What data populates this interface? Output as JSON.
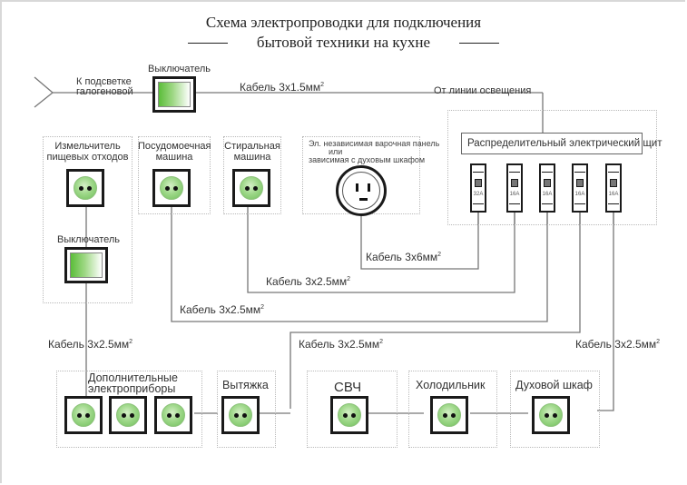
{
  "title": {
    "line1": "Схема электропроводки для подключения",
    "line2": "бытовой техники на кухне"
  },
  "lighting": {
    "halogen_label_1": "К подсветке",
    "halogen_label_2": "галогеновой",
    "switch_label": "Выключатель",
    "cable_label": "Кабель 3х1.5мм",
    "cable_sup": "2",
    "from_line_label": "От линии освещения"
  },
  "panel": {
    "label": "Распределительный электрический щит",
    "breakers": [
      {
        "rating": "32A"
      },
      {
        "rating": "16A"
      },
      {
        "rating": "16A"
      },
      {
        "rating": "16A"
      },
      {
        "rating": "16A"
      }
    ]
  },
  "top_appliances": [
    {
      "line1": "Измельчитель",
      "line2": "пищевых отходов"
    },
    {
      "line1": "Посудомоечная",
      "line2": "машина"
    },
    {
      "line1": "Стиральная",
      "line2": "машина"
    }
  ],
  "stove": {
    "line1": "Эл. независимая варочная панель",
    "line2": "или",
    "line3": "зависимая с духовым шкафом"
  },
  "second_switch_label": "Выключатель",
  "cables": {
    "c6": "Кабель 3х6мм",
    "c25a": "Кабель 3х2.5мм",
    "c25b": "Кабель 3х2.5мм",
    "c25c": "Кабель 3х2.5мм",
    "c25d": "Кабель 3х2.5мм",
    "c25e": "Кабель 3х2.5мм",
    "sup": "2"
  },
  "bottom_appliances": {
    "extra_line1": "Дополнительные",
    "extra_line2": "электроприборы",
    "hood": "Вытяжка",
    "microwave": "СВЧ",
    "fridge": "Холодильник",
    "oven": "Духовой шкаф"
  }
}
